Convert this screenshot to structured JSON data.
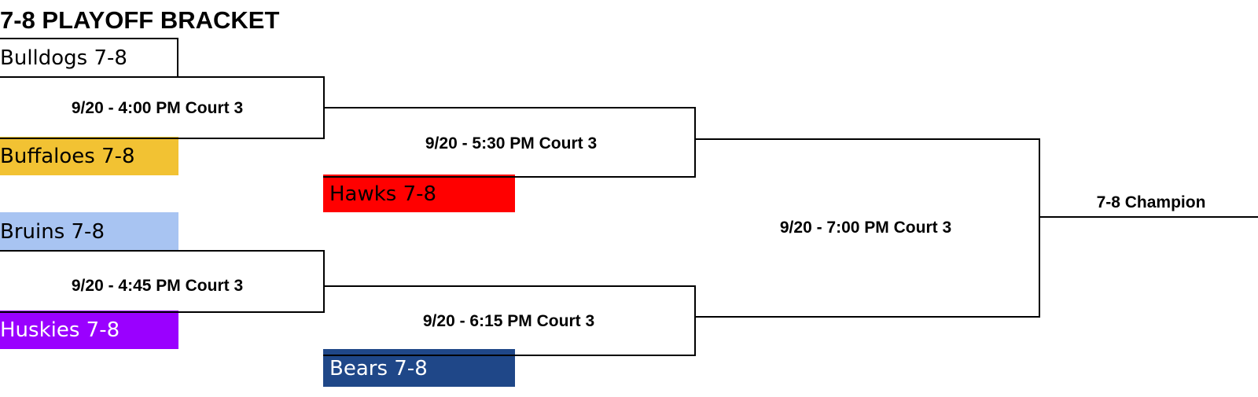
{
  "title": "7-8 PLAYOFF BRACKET",
  "colors": {
    "buffaloes": "#f2c233",
    "bruins": "#a8c4f2",
    "huskies": "#9a00ff",
    "hawks": "#ff0000",
    "bears": "#1f4788",
    "line": "#000000"
  },
  "teams": {
    "bulldogs": "Bulldogs 7-8",
    "buffaloes": "Buffaloes 7-8",
    "bruins": "Bruins 7-8",
    "huskies": "Huskies 7-8",
    "hawks": "Hawks 7-8",
    "bears": "Bears 7-8"
  },
  "games": {
    "g1": "9/20 - 4:00 PM Court 3",
    "g2": "9/20 - 4:45 PM Court 3",
    "g3": "9/20 - 5:30 PM Court 3",
    "g4": "9/20 - 6:15 PM Court 3",
    "final": "9/20 - 7:00 PM Court 3"
  },
  "champion_label": "7-8 Champion"
}
